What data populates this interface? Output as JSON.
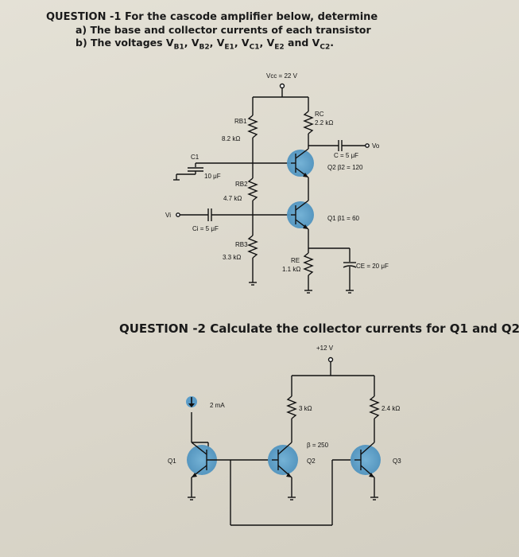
{
  "question1": {
    "title": "QUESTION -1 For the cascode amplifier below, determine",
    "part_a": "a)  The base and collector currents of each transistor",
    "part_b": "b)  The voltages V",
    "part_b_subs": [
      "B1",
      "B2",
      "E1",
      "C1",
      "E2",
      "C2"
    ],
    "circuit": {
      "vcc": "Vcc = 22 V",
      "rb1_name": "RB1",
      "rb1_value": "8.2 kΩ",
      "rc_name": "RC",
      "rc_value": "2.2 kΩ",
      "c1_name": "C1",
      "c1_value": "10 μF",
      "c_out": "C = 5 μF",
      "vo": "Vo",
      "q2_label": "Q2  β2 = 120",
      "rb2_name": "RB2",
      "rb2_value": "4.7 kΩ",
      "vi": "Vi",
      "ci_value": "Ci = 5 μF",
      "q1_label": "Q1  β1 = 60",
      "rb3_name": "RB3",
      "rb3_value": "3.3 kΩ",
      "re_name": "RE",
      "re_value": "1.1 kΩ",
      "ce_value": "CE = 20 μF"
    }
  },
  "question2": {
    "title": "QUESTION -2 Calculate the collector currents for Q1 and Q2.",
    "circuit": {
      "vcc": "+12 V",
      "i_source": "2 mA",
      "r1": "3 kΩ",
      "r2": "2.4 kΩ",
      "beta": "β = 250",
      "q1": "Q1",
      "q2": "Q2",
      "q3": "Q3"
    }
  }
}
